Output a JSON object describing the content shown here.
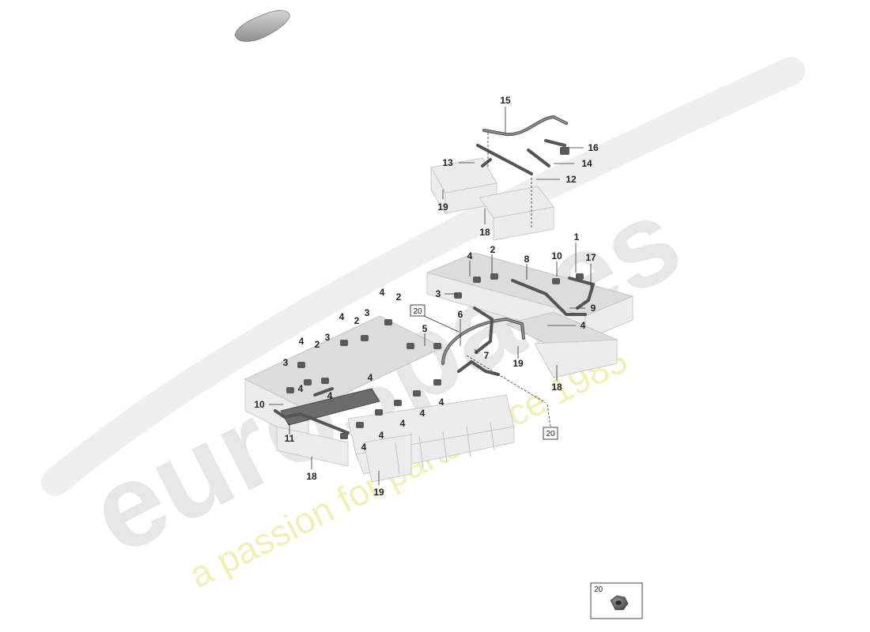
{
  "watermark": {
    "brand": "eurospares",
    "slogan": "a passion for parts since 1985"
  },
  "callouts": [
    {
      "id": "c15",
      "label": "15"
    },
    {
      "id": "c16",
      "label": "16"
    },
    {
      "id": "c13",
      "label": "13"
    },
    {
      "id": "c14",
      "label": "14"
    },
    {
      "id": "c12",
      "label": "12"
    },
    {
      "id": "c19a",
      "label": "19"
    },
    {
      "id": "c18a",
      "label": "18"
    },
    {
      "id": "c1",
      "label": "1"
    },
    {
      "id": "c4a",
      "label": "4"
    },
    {
      "id": "c2a",
      "label": "2"
    },
    {
      "id": "c10a",
      "label": "10"
    },
    {
      "id": "c17",
      "label": "17"
    },
    {
      "id": "c8",
      "label": "8"
    },
    {
      "id": "c3a",
      "label": "3"
    },
    {
      "id": "c9",
      "label": "9"
    },
    {
      "id": "c4b",
      "label": "4"
    },
    {
      "id": "c2b",
      "label": "2"
    },
    {
      "id": "c4c",
      "label": "4"
    },
    {
      "id": "c6",
      "label": "6"
    },
    {
      "id": "c3b",
      "label": "3"
    },
    {
      "id": "c4d",
      "label": "4"
    },
    {
      "id": "c2c",
      "label": "2"
    },
    {
      "id": "c3c",
      "label": "3"
    },
    {
      "id": "c5",
      "label": "5"
    },
    {
      "id": "c4e",
      "label": "4"
    },
    {
      "id": "c2d",
      "label": "2"
    },
    {
      "id": "c7",
      "label": "7"
    },
    {
      "id": "c19b",
      "label": "19"
    },
    {
      "id": "c3d",
      "label": "3"
    },
    {
      "id": "c4f",
      "label": "4"
    },
    {
      "id": "c18b",
      "label": "18"
    },
    {
      "id": "c4g",
      "label": "4"
    },
    {
      "id": "c4h",
      "label": "4"
    },
    {
      "id": "c10b",
      "label": "10"
    },
    {
      "id": "c4i",
      "label": "4"
    },
    {
      "id": "c4j",
      "label": "4"
    },
    {
      "id": "c4k",
      "label": "4"
    },
    {
      "id": "c11",
      "label": "11"
    },
    {
      "id": "c4l",
      "label": "4"
    },
    {
      "id": "c4m",
      "label": "4"
    },
    {
      "id": "c18c",
      "label": "18"
    },
    {
      "id": "c19c",
      "label": "19"
    }
  ],
  "boxed_callouts": [
    {
      "id": "b20a",
      "label": "20"
    },
    {
      "id": "b20b",
      "label": "20"
    }
  ],
  "detail_box": {
    "label": "20"
  }
}
